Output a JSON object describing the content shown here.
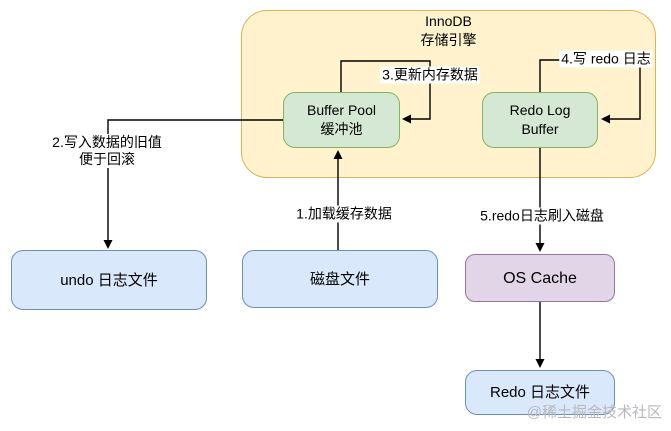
{
  "diagram": {
    "container": {
      "title_line1": "InnoDB",
      "title_line2": "存储引擎"
    },
    "nodes": {
      "buffer_pool": {
        "line1": "Buffer Pool",
        "line2": "缓冲池"
      },
      "redo_log_buffer": {
        "line1": "Redo Log",
        "line2": "Buffer"
      },
      "undo_file": {
        "label": "undo 日志文件"
      },
      "disk_file": {
        "label": "磁盘文件"
      },
      "os_cache": {
        "label": "OS Cache"
      },
      "redo_file": {
        "label": "Redo 日志文件"
      }
    },
    "edges": {
      "step1": {
        "label": "1.加载缓存数据"
      },
      "step2": {
        "label_line1": "2.写入数据的旧值",
        "label_line2": "便于回滚"
      },
      "step3": {
        "label": "3.更新内存数据"
      },
      "step4": {
        "label": "4.写 redo 日志"
      },
      "step5": {
        "label": "5.redo日志刷入磁盘"
      }
    },
    "watermark": "@稀土掘金技术社区",
    "colors": {
      "container_fill": "#FFF2CC",
      "container_stroke": "#D6B656",
      "green_fill": "#D5E8D4",
      "green_stroke": "#82B366",
      "blue_fill": "#DAE8FC",
      "blue_stroke": "#6C8EBF",
      "purple_fill": "#E1D5E7",
      "purple_stroke": "#9673A6",
      "line": "#000000"
    }
  }
}
